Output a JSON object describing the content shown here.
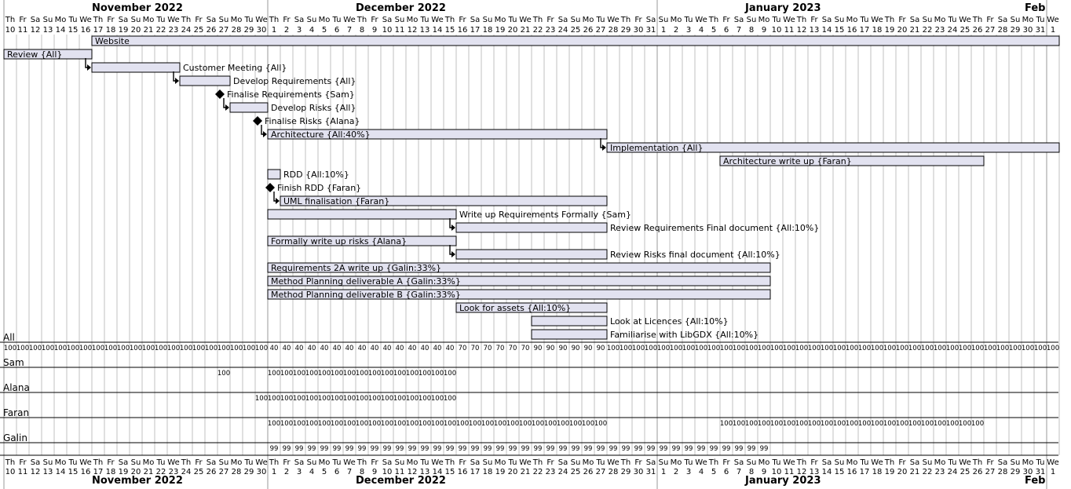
{
  "timeline": {
    "month_headers": [
      {
        "label": "November 2022",
        "start_index": 0
      },
      {
        "label": "December 2022",
        "start_index": 21
      },
      {
        "label": "January 2023",
        "start_index": 52
      },
      {
        "label": "Feb",
        "start_index": 83
      }
    ],
    "weekdays": [
      "Th",
      "Fr",
      "Sa",
      "Su",
      "Mo",
      "Tu",
      "We",
      "Th",
      "Fr",
      "Sa",
      "Su",
      "Mo",
      "Tu",
      "We",
      "Th",
      "Fr",
      "Sa",
      "Su",
      "Mo",
      "Tu",
      "We",
      "Th",
      "Fr",
      "Sa",
      "Su",
      "Mo",
      "Tu",
      "We",
      "Th",
      "Fr",
      "Sa",
      "Su",
      "Mo",
      "Tu",
      "We",
      "Th",
      "Fr",
      "Sa",
      "Su",
      "Mo",
      "Tu",
      "We",
      "Th",
      "Fr",
      "Sa",
      "Su",
      "Mo",
      "Tu",
      "We",
      "Th",
      "Fr",
      "Sa",
      "Su",
      "Mo",
      "Tu",
      "We",
      "Th",
      "Fr",
      "Sa",
      "Su",
      "Mo",
      "Tu",
      "We",
      "Th",
      "Fr",
      "Sa",
      "Su",
      "Mo",
      "Tu",
      "We",
      "Th",
      "Fr",
      "Sa",
      "Su",
      "Mo",
      "Tu",
      "We",
      "Th",
      "Fr",
      "Sa",
      "Su",
      "Mo",
      "Tu",
      "We"
    ],
    "day_numbers": [
      "10",
      "11",
      "12",
      "13",
      "14",
      "15",
      "16",
      "17",
      "18",
      "19",
      "20",
      "21",
      "22",
      "23",
      "24",
      "25",
      "26",
      "27",
      "28",
      "29",
      "30",
      "1",
      "2",
      "3",
      "4",
      "5",
      "6",
      "7",
      "8",
      "9",
      "10",
      "11",
      "12",
      "13",
      "14",
      "15",
      "16",
      "17",
      "18",
      "19",
      "20",
      "21",
      "22",
      "23",
      "24",
      "25",
      "26",
      "27",
      "28",
      "29",
      "30",
      "31",
      "1",
      "2",
      "3",
      "4",
      "5",
      "6",
      "7",
      "8",
      "9",
      "10",
      "11",
      "12",
      "13",
      "14",
      "15",
      "16",
      "17",
      "18",
      "19",
      "20",
      "21",
      "22",
      "23",
      "24",
      "25",
      "26",
      "27",
      "28",
      "29",
      "30",
      "31",
      "1"
    ]
  },
  "tasks": [
    {
      "label": "Website",
      "start": 7,
      "end": 83,
      "label_inside": true
    },
    {
      "label": "Review {All}",
      "start": 0,
      "end": 6,
      "label_inside": true
    },
    {
      "label": "Customer Meeting {All}",
      "start": 7,
      "end": 13,
      "label_inside": false,
      "dep": true
    },
    {
      "label": "Develop Requirements {All}",
      "start": 14,
      "end": 17,
      "label_inside": false,
      "dep": true
    },
    {
      "label": "Finalise Requirements {Sam}",
      "milestone": 17
    },
    {
      "label": "Develop Risks {All}",
      "start": 18,
      "end": 20,
      "label_inside": false,
      "dep": true
    },
    {
      "label": "Finalise Risks {Alana}",
      "milestone": 20
    },
    {
      "label": "Architecture {All:40%}",
      "start": 21,
      "end": 47,
      "label_inside": true,
      "dep": true
    },
    {
      "label": "Implementation {All}",
      "start": 48,
      "end": 83,
      "label_inside": true,
      "dep": true
    },
    {
      "label": "Architecture write up {Faran}",
      "start": 57,
      "end": 77,
      "label_inside": true
    },
    {
      "label": "RDD {All:10%}",
      "start": 21,
      "end": 21,
      "label_inside": false
    },
    {
      "label": "Finish RDD {Faran}",
      "milestone": 21
    },
    {
      "label": "UML finalisation {Faran}",
      "start": 22,
      "end": 47,
      "label_inside": true,
      "dep": true
    },
    {
      "label": "Write up Requirements Formally {Sam}",
      "start": 21,
      "end": 35,
      "label_inside": false
    },
    {
      "label": "Review Requirements Final document {All:10%}",
      "start": 36,
      "end": 47,
      "label_inside": false,
      "dep": true
    },
    {
      "label": "Formally write up risks {Alana}",
      "start": 21,
      "end": 35,
      "label_inside": true
    },
    {
      "label": "Review Risks final document {All:10%}",
      "start": 36,
      "end": 47,
      "label_inside": false,
      "dep": true
    },
    {
      "label": "Requirements 2A write up {Galin:33%}",
      "start": 21,
      "end": 60,
      "label_inside": true
    },
    {
      "label": "Method Planning deliverable A {Galin:33%}",
      "start": 21,
      "end": 60,
      "label_inside": true
    },
    {
      "label": "Method Planning deliverable B {Galin:33%}",
      "start": 21,
      "end": 60,
      "label_inside": true
    },
    {
      "label": "Look for assets {All:10%}",
      "start": 36,
      "end": 47,
      "label_inside": true
    },
    {
      "label": "Look at Licences {All:10%}",
      "start": 42,
      "end": 47,
      "label_inside": false
    },
    {
      "label": "Familiarise with LibGDX {All:10%}",
      "start": 42,
      "end": 47,
      "label_inside": false
    }
  ],
  "resources": [
    {
      "name": "All",
      "loads": [
        {
          "from": 0,
          "to": 20,
          "value": "100"
        },
        {
          "from": 21,
          "to": 35,
          "value": "40"
        },
        {
          "from": 36,
          "to": 41,
          "value": "70"
        },
        {
          "from": 42,
          "to": 47,
          "value": "90"
        },
        {
          "from": 48,
          "to": 83,
          "value": "100"
        }
      ]
    },
    {
      "name": "Sam",
      "loads": [
        {
          "from": 17,
          "to": 17,
          "value": "100"
        },
        {
          "from": 21,
          "to": 35,
          "value": "100"
        }
      ]
    },
    {
      "name": "Alana",
      "loads": [
        {
          "from": 20,
          "to": 35,
          "value": "100"
        }
      ]
    },
    {
      "name": "Faran",
      "loads": [
        {
          "from": 21,
          "to": 47,
          "value": "100"
        },
        {
          "from": 57,
          "to": 77,
          "value": "100"
        }
      ]
    },
    {
      "name": "Galin",
      "loads": [
        {
          "from": 21,
          "to": 60,
          "value": "99"
        }
      ]
    }
  ],
  "colors": {
    "bar_fill": "#e2e2f0",
    "bar_stroke": "#000000",
    "grid": "#c0c0c0",
    "text": "#000000"
  }
}
